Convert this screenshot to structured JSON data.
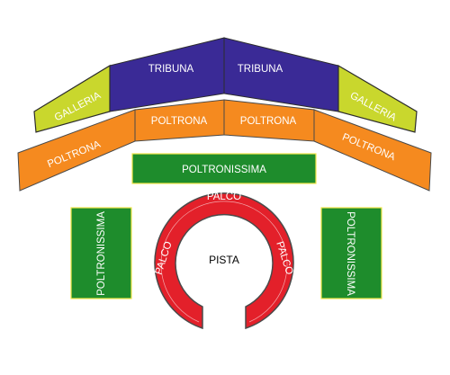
{
  "sections": {
    "tribuna": {
      "left": "TRIBUNA",
      "right": "TRIBUNA"
    },
    "galleria": {
      "left": "GALLERIA",
      "right": "GALLERIA"
    },
    "poltrona": {
      "outer_left": "POLTRONA",
      "inner_left": "POLTRONA",
      "inner_right": "POLTRONA",
      "outer_right": "POLTRONA"
    },
    "poltronissima": {
      "center": "POLTRONISSIMA",
      "left": "POLTRONISSIMA",
      "right": "POLTRONISSIMA"
    },
    "palco": {
      "top": "PALCO",
      "left": "PALCO",
      "right": "PALCO"
    },
    "pista": "PISTA"
  },
  "colors": {
    "tribuna": "#3a2a96",
    "galleria": "#c9d72d",
    "poltrona": "#f58a1f",
    "poltronissima": "#1e8c2c",
    "palco": "#e3202a",
    "outline": "#4a4a4a",
    "poltronissima_outline": "#f2e64a"
  }
}
